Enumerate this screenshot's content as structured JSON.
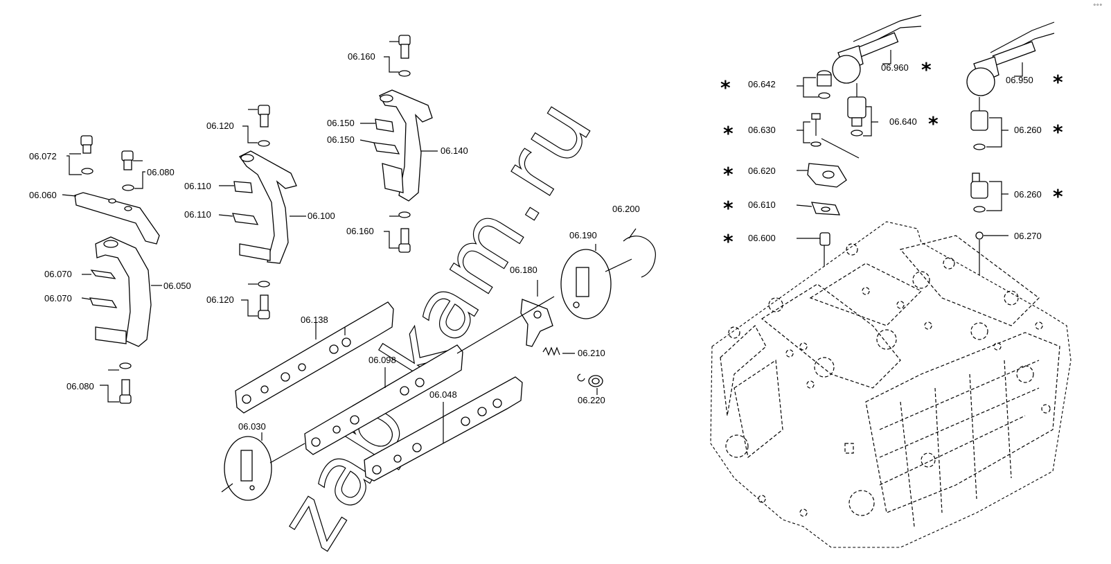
{
  "watermark": "zap-kam.ru",
  "corner_mark": "°°°",
  "labels": {
    "p06072": "06.072",
    "p06080a": "06.080",
    "p06060": "06.060",
    "p06070a": "06.070",
    "p06070b": "06.070",
    "p06050": "06.050",
    "p06080b": "06.080",
    "p06120a": "06.120",
    "p06110a": "06.110",
    "p06110b": "06.110",
    "p06100": "06.100",
    "p06120b": "06.120",
    "p06160a": "06.160",
    "p06150a": "06.150",
    "p06150b": "06.150",
    "p06140": "06.140",
    "p06160b": "06.160",
    "p06138": "06.138",
    "p06098": "06.098",
    "p06048": "06.048",
    "p06030": "06.030",
    "p06180": "06.180",
    "p06190": "06.190",
    "p06200": "06.200",
    "p06210": "06.210",
    "p06220": "06.220",
    "p06642": "06.642",
    "p06630": "06.630",
    "p06620": "06.620",
    "p06610": "06.610",
    "p06600": "06.600",
    "p06640": "06.640",
    "p06960": "06.960",
    "p06950": "06.950",
    "p06260a": "06.260",
    "p06260b": "06.260",
    "p06270": "06.270"
  },
  "asterisk": "*",
  "colors": {
    "line": "#000000",
    "background": "#ffffff"
  }
}
